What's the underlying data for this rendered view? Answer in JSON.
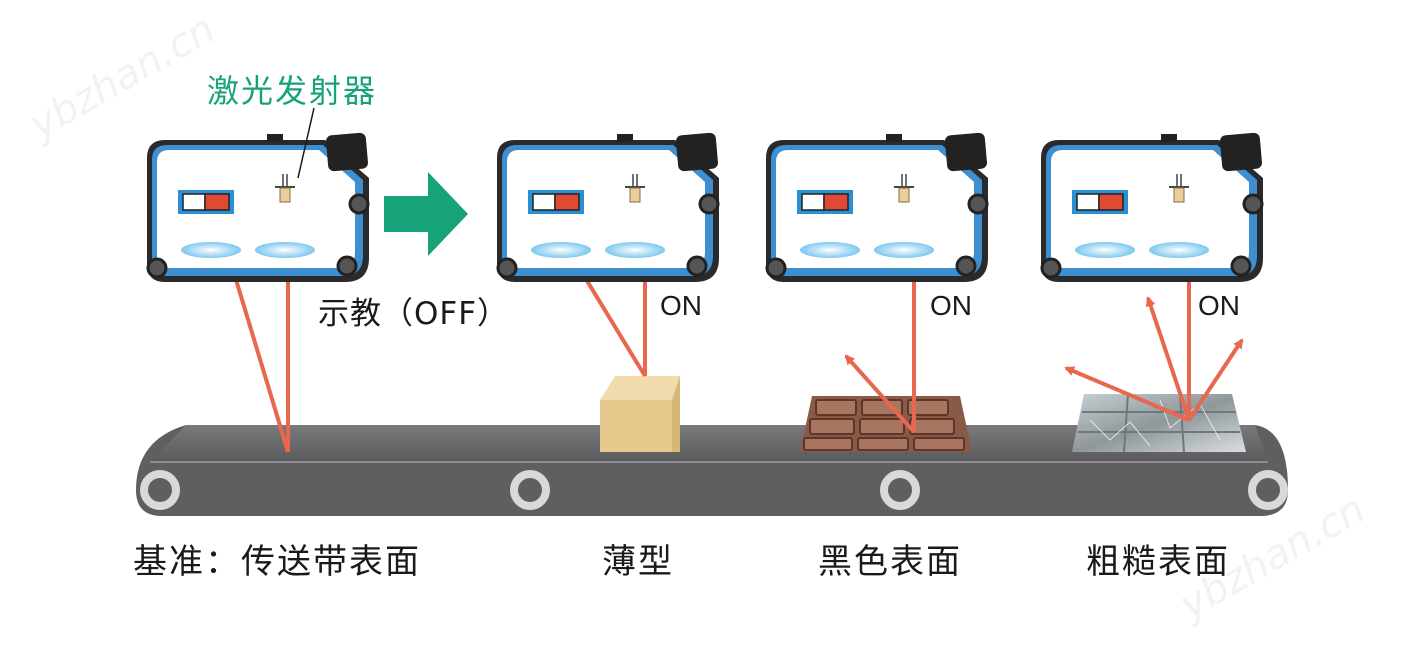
{
  "emitter_label": "激光发射器",
  "teach_label": "示教（OFF）",
  "states": [
    "ON",
    "ON",
    "ON"
  ],
  "captions": [
    "基准：传送带表面",
    "薄型",
    "黑色表面",
    "粗糙表面"
  ],
  "watermark": "ybzhan.cn",
  "colors": {
    "sensor_border": "#3d8fd0",
    "laser": "#e8674f",
    "arrow": "#17a37a",
    "belt": "#5f5f61",
    "box": "#e7c98d",
    "chocolate": "#8a5a48"
  }
}
